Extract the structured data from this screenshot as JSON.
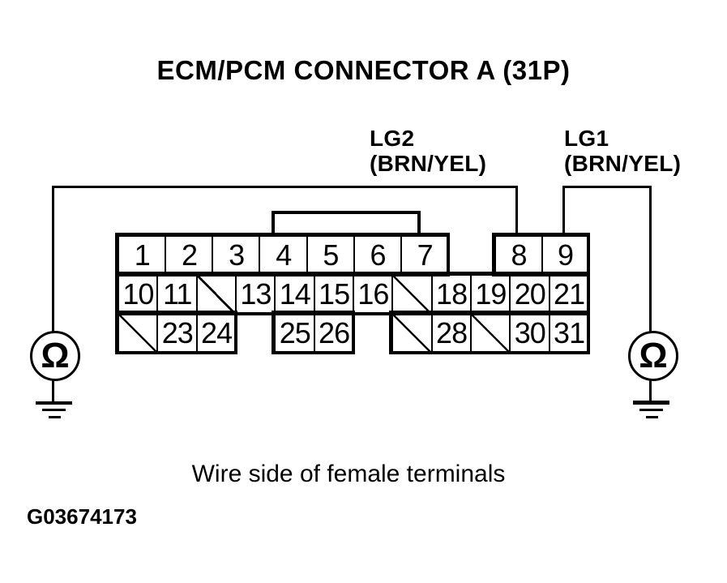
{
  "title": "ECM/PCM CONNECTOR A (31P)",
  "wire_labels": [
    {
      "name": "LG2",
      "color_code": "(BRN/YEL)"
    },
    {
      "name": "LG1",
      "color_code": "(BRN/YEL)"
    }
  ],
  "connector": {
    "row1_left": [
      "1",
      "2",
      "3",
      "4",
      "5",
      "6",
      "7"
    ],
    "row1_right": [
      "8",
      "9"
    ],
    "row2": [
      "10",
      "11",
      "/",
      "13",
      "14",
      "15",
      "16",
      "/",
      "18",
      "19",
      "20",
      "21"
    ],
    "row3_groups": [
      [
        "/",
        "23",
        "24"
      ],
      [
        "25",
        "26"
      ],
      [
        "/",
        "28",
        "/",
        "30",
        "31"
      ]
    ]
  },
  "meter": {
    "symbol": "Ω"
  },
  "caption": "Wire side of female terminals",
  "figure_id": "G03674173",
  "colors": {
    "ink": "#000000",
    "paper": "#ffffff"
  }
}
